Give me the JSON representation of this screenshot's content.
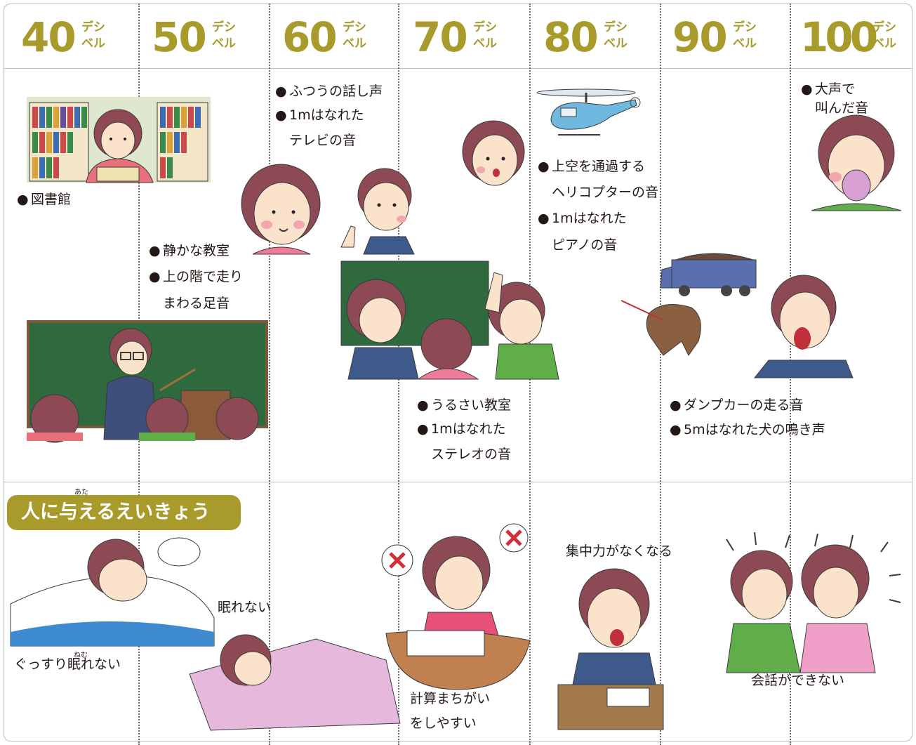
{
  "levels": [
    {
      "value": "40",
      "unit": "デシベル"
    },
    {
      "value": "50",
      "unit": "デシベル"
    },
    {
      "value": "60",
      "unit": "デシベル"
    },
    {
      "value": "70",
      "unit": "デシベル"
    },
    {
      "value": "80",
      "unit": "デシベル"
    },
    {
      "value": "90",
      "unit": "デシベル"
    },
    {
      "value": "100",
      "unit": "デシベル"
    }
  ],
  "examples": {
    "library": "図書館",
    "quiet_classroom": "静かな教室",
    "upstairs_running_1": "上の階で走り",
    "upstairs_running_2": "まわる足音",
    "normal_talk": "ふつうの話し声",
    "tv_1": "1mはなれた",
    "tv_2": "テレビの音",
    "noisy_classroom": "うるさい教室",
    "stereo_1": "1mはなれた",
    "stereo_2": "ステレオの音",
    "helicopter_1": "上空を通過する",
    "helicopter_2": "ヘリコプターの音",
    "piano_1": "1mはなれた",
    "piano_2": "ピアノの音",
    "dump_truck": "ダンプカーの走る音",
    "dog": "5mはなれた犬の鳴き声",
    "shout_1": "大声で",
    "shout_2": "叫んだ音"
  },
  "effects": {
    "title": "人に与えるえいきょう",
    "title_ruby": "あた",
    "cant_sleep_well": "ぐっすり眠れない",
    "cant_sleep_well_ruby": "ねむ",
    "cant_sleep": "眠れない",
    "calc_mistakes_1": "計算まちがい",
    "calc_mistakes_2": "をしやすい",
    "lose_focus": "集中力がなくなる",
    "cant_converse": "会話ができない"
  },
  "colors": {
    "accent": "#a89b2c",
    "board": "#2f6a3e",
    "skin": "#fbe3cb",
    "hair": "#8e4a54"
  },
  "bullet": "●"
}
